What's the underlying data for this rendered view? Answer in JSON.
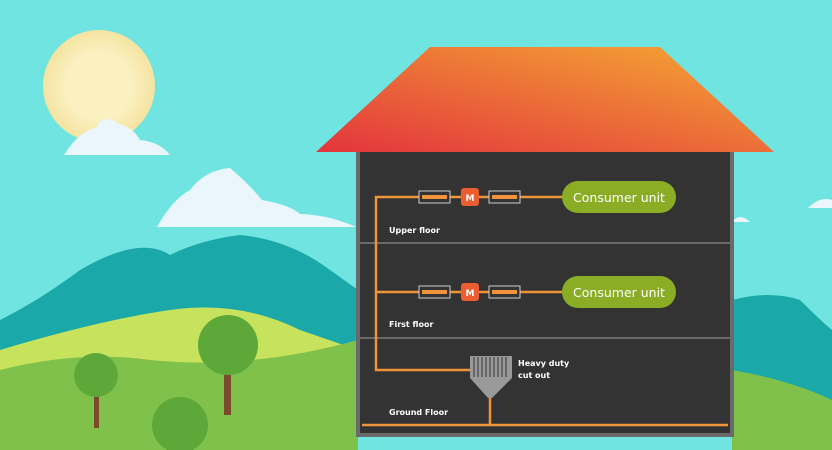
{
  "diagram": {
    "floors": [
      {
        "label": "Upper floor",
        "meter": "M",
        "unit": "Consumer unit"
      },
      {
        "label": "First floor",
        "meter": "M",
        "unit": "Consumer unit"
      },
      {
        "label": "Ground Floor"
      }
    ],
    "cutout_label_line1": "Heavy duty",
    "cutout_label_line2": "cut out"
  },
  "colors": {
    "sky": "#6fe4e0",
    "wire": "#f0933a",
    "consumer_unit": "#8bad25",
    "house": "#333333",
    "roof_top": "#f4a233",
    "roof_bottom": "#e43a3c"
  }
}
